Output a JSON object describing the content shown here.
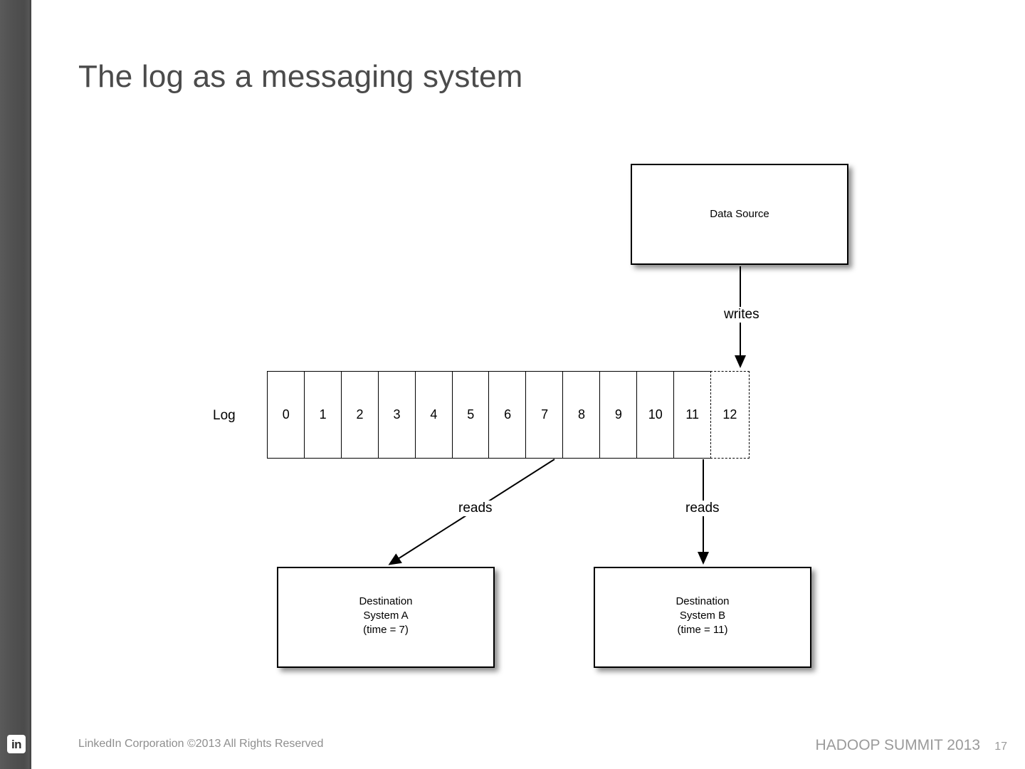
{
  "slide": {
    "title": "The log as a messaging system",
    "background_color": "#ffffff",
    "band_color": "#4b4b4b",
    "title_color": "#4b4b4b"
  },
  "diagram": {
    "log_label": "Log",
    "log_cells": [
      "0",
      "1",
      "2",
      "3",
      "4",
      "5",
      "6",
      "7",
      "8",
      "9",
      "10",
      "11",
      "12"
    ],
    "pending_cell_index": 12,
    "boxes": {
      "data_source": {
        "label": "Data Source"
      },
      "destination_a": {
        "label": "Destination\nSystem A\n(time = 7)"
      },
      "destination_b": {
        "label": "Destination\nSystem B\n(time = 11)"
      }
    },
    "edges": {
      "writes": "writes",
      "reads_a": "reads",
      "reads_b": "reads"
    }
  },
  "footer": {
    "copyright": "LinkedIn Corporation ©2013 All Rights Reserved",
    "event": "HADOOP SUMMIT 2013",
    "page_number": "17",
    "logo_text": "in"
  }
}
